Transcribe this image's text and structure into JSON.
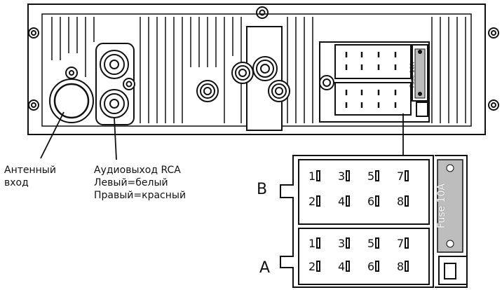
{
  "labels": {
    "antenna_line1": "Антенный",
    "antenna_line2": "вход",
    "rca_line1": "Аудиовыход RCA",
    "rca_line2": "Левый=белый",
    "rca_line3": "Правый=красный",
    "block_b": "B",
    "block_a": "A",
    "fuse_small": "Fuse 10A",
    "fuse_large": "Fuse 10A"
  },
  "pins": {
    "b_top": [
      "1",
      "3",
      "5",
      "7"
    ],
    "b_bottom": [
      "2",
      "4",
      "6",
      "8"
    ],
    "a_top": [
      "1",
      "3",
      "5",
      "7"
    ],
    "a_bottom": [
      "2",
      "4",
      "6",
      "8"
    ]
  }
}
